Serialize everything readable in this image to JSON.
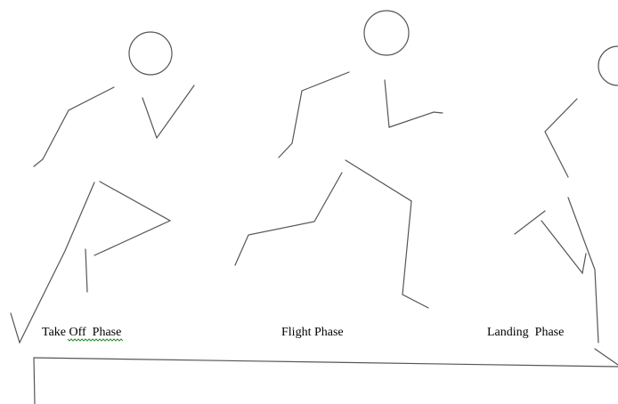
{
  "labels": {
    "takeoff": "Take Off  Phase",
    "flight": "Flight Phase",
    "landing": "Landing  Phase"
  },
  "colors": {
    "stroke": "#555555",
    "text": "#000000",
    "spellcheck": "#2e8b2e",
    "background": "#ffffff"
  }
}
